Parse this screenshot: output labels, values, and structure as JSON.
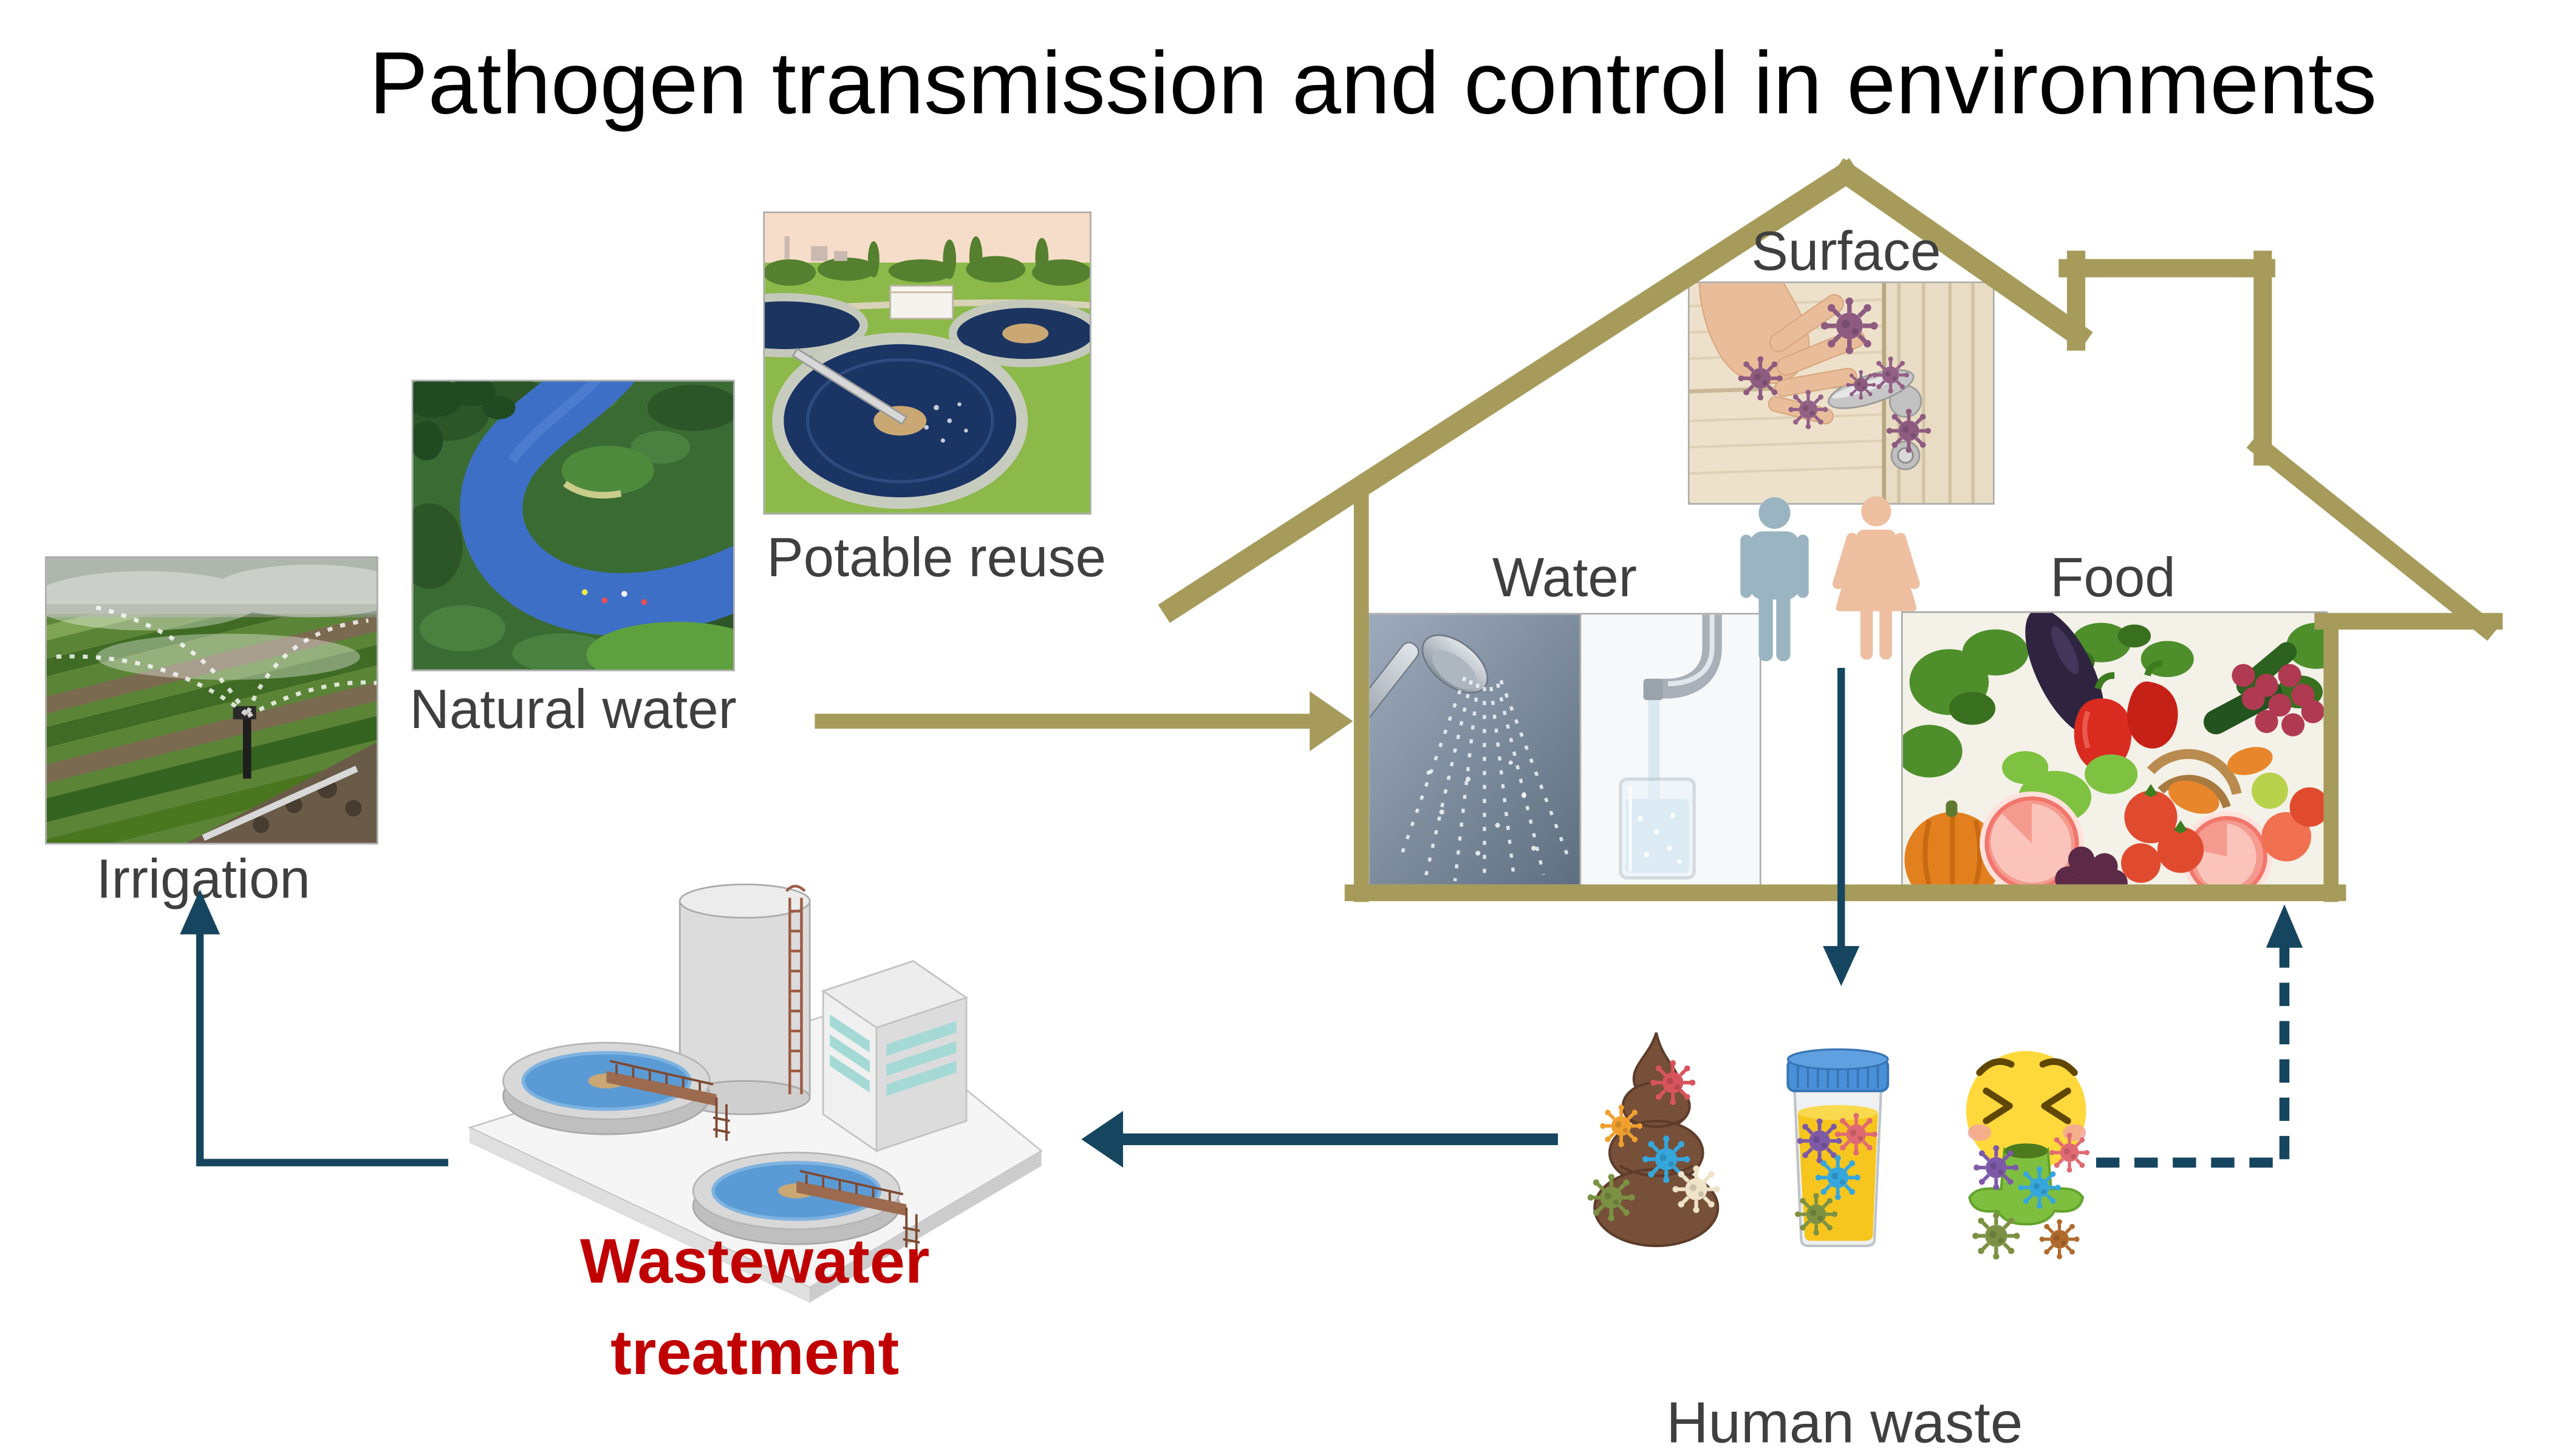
{
  "title": "Pathogen transmission and control in environments",
  "colors": {
    "title_text": "#000000",
    "label_text": "#3F3F3F",
    "house_outline": "#A69B5B",
    "flow_arrow": "#16455F",
    "wastewater_red": "#C00000",
    "man_icon": "#9BB4C2",
    "woman_icon": "#EEBFA0"
  },
  "sources": {
    "potable_reuse": {
      "label": "Potable reuse",
      "image": "aerial-wastewater-treatment-plant-photo"
    },
    "natural_water": {
      "label": "Natural water",
      "image": "river-forest-aerial-photo"
    },
    "irrigation": {
      "label": "Irrigation",
      "image": "field-sprinkler-irrigation-photo"
    }
  },
  "house": {
    "surface": {
      "label": "Surface",
      "image": "hand-door-handle-pathogens-photo"
    },
    "water": {
      "label": "Water",
      "images": [
        "shower-head-photo",
        "faucet-filling-glass-photo"
      ]
    },
    "food": {
      "label": "Food",
      "image": "fruits-and-vegetables-photo"
    },
    "occupants": [
      "man-silhouette-icon",
      "woman-silhouette-icon"
    ]
  },
  "human_waste": {
    "label": "Human waste",
    "icons": [
      "feces-with-pathogens-icon",
      "urine-sample-cup-with-pathogens-icon",
      "vomiting-face-with-pathogens-icon"
    ]
  },
  "wastewater_treatment": {
    "label_line1": "Wastewater",
    "label_line2": "treatment",
    "icon": "treatment-plant-illustration"
  }
}
